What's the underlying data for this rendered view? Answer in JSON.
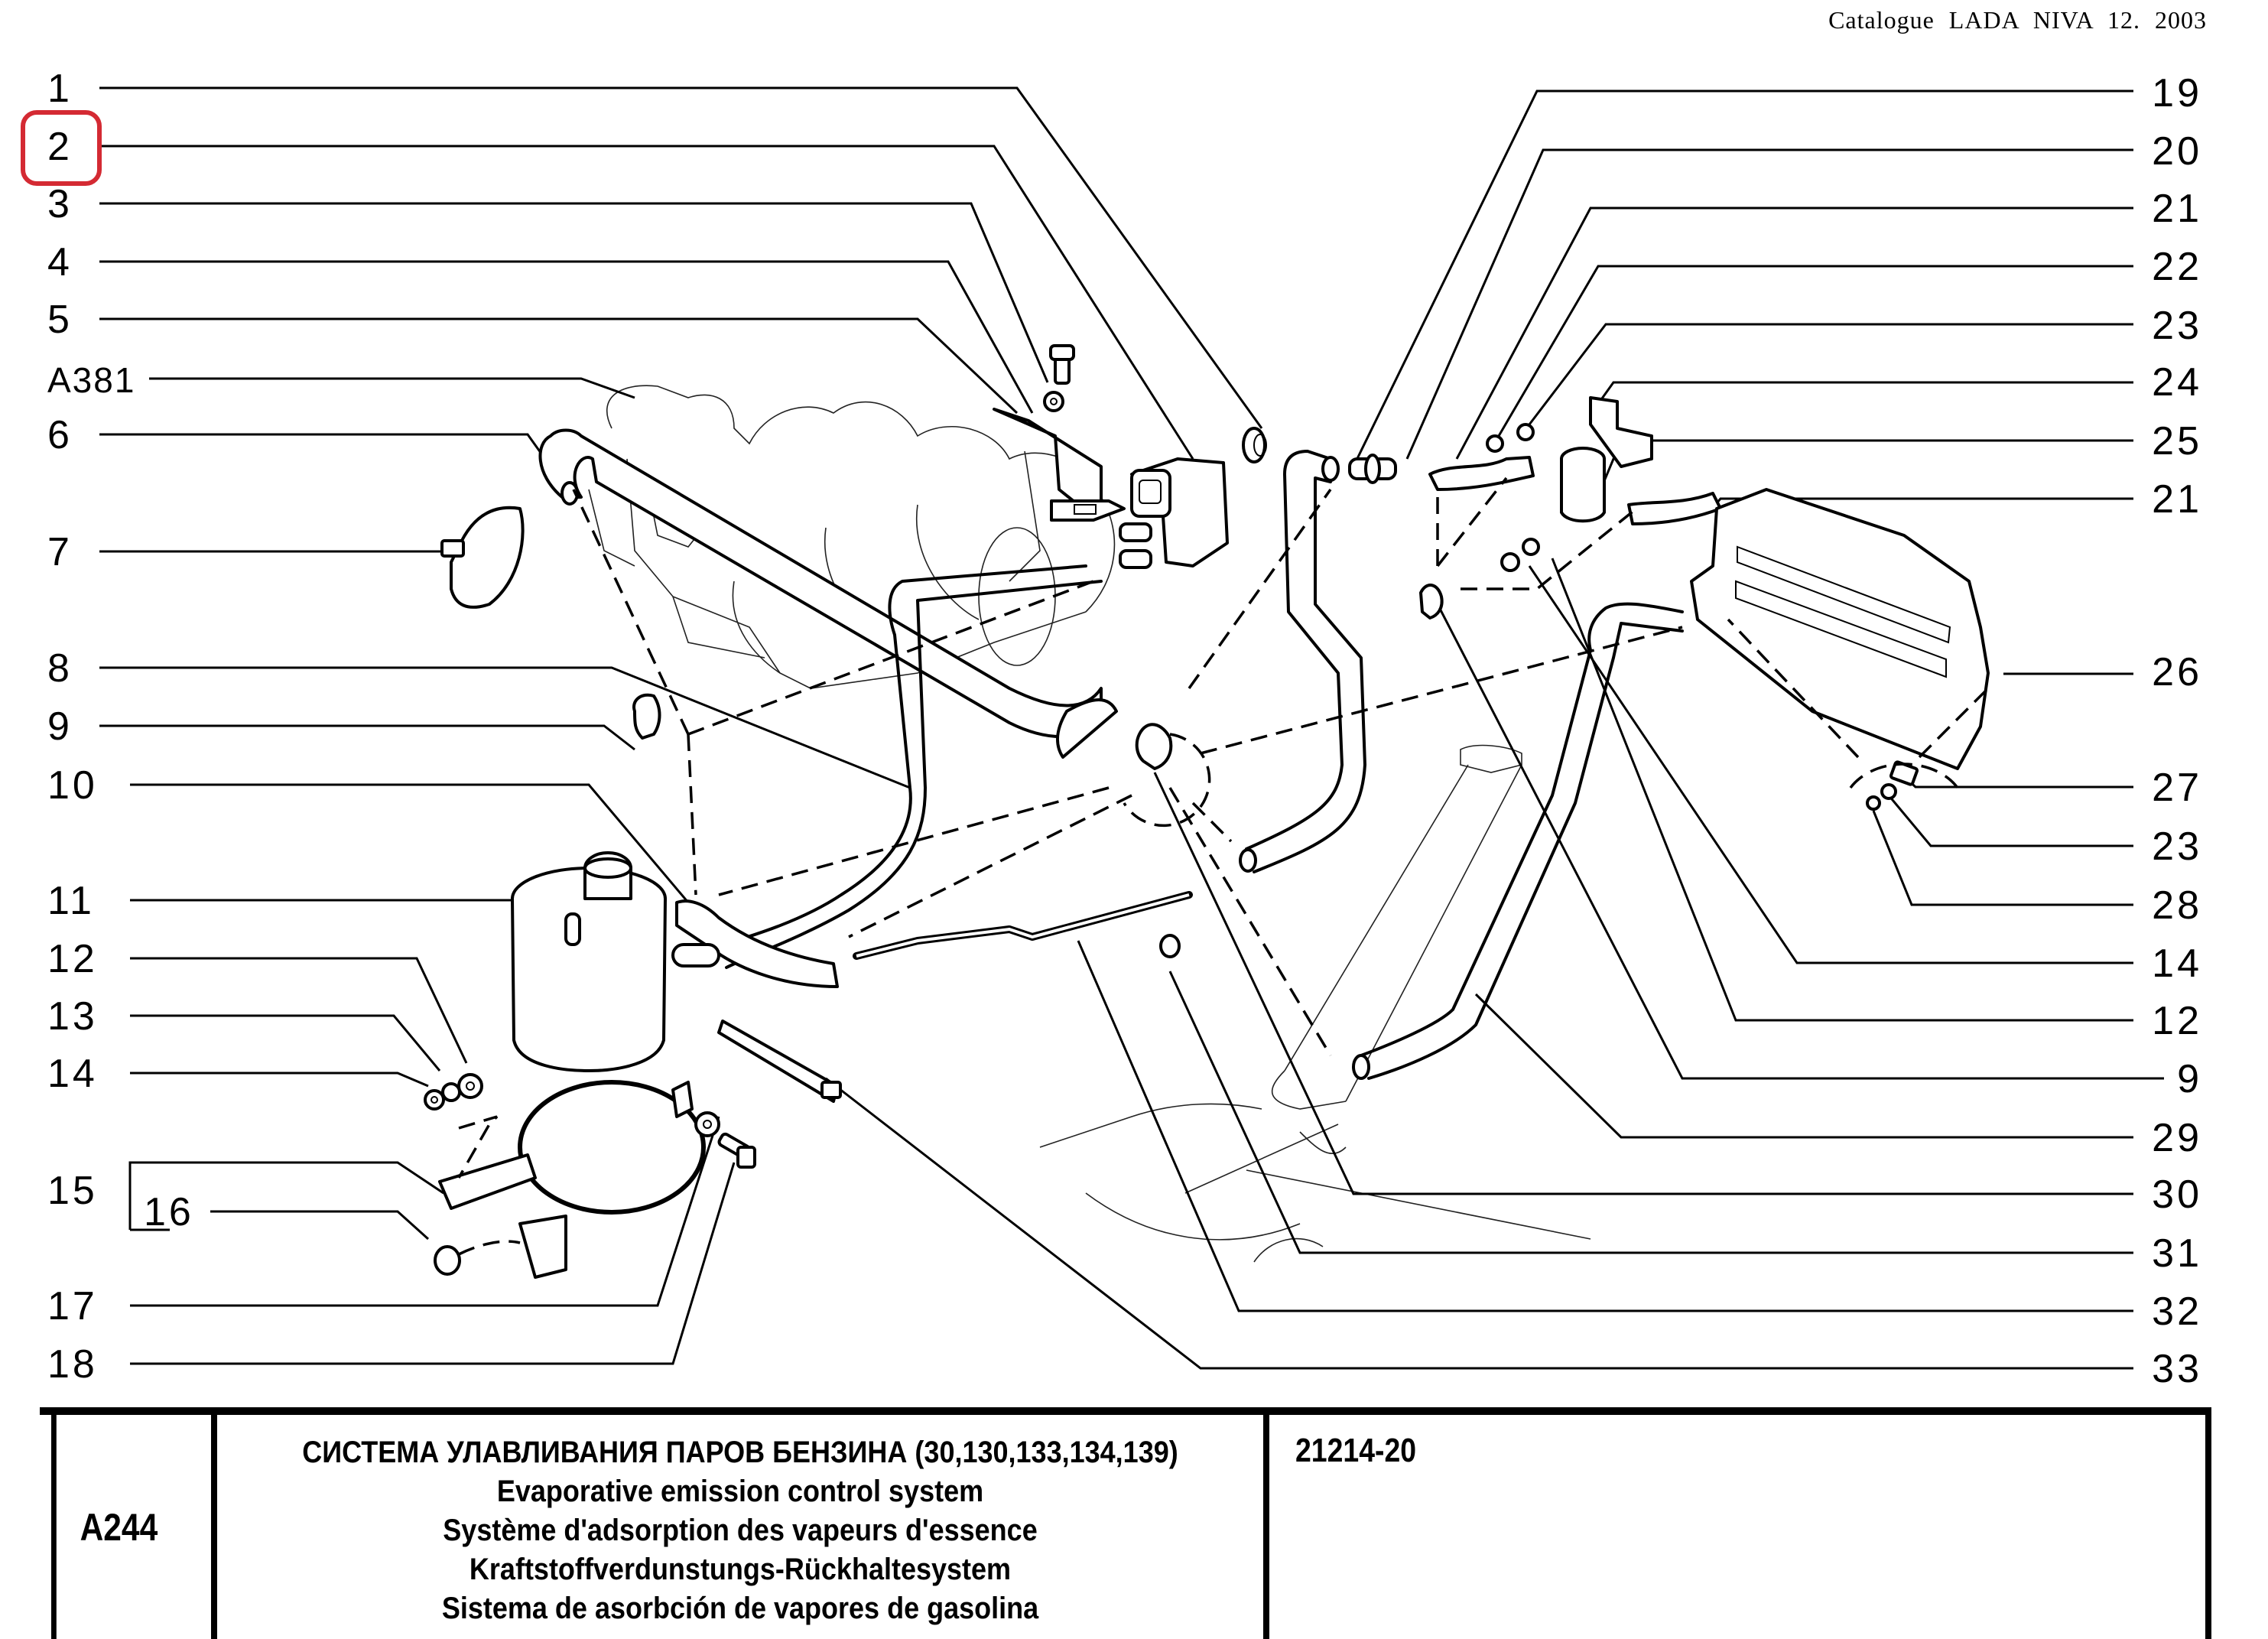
{
  "header": {
    "catalog_title": "Catalogue LADA NIVA 12. 2003"
  },
  "highlight": {
    "label": "2",
    "color": "#d42a33"
  },
  "callouts_left": [
    {
      "label": "1"
    },
    {
      "label": "2"
    },
    {
      "label": "3"
    },
    {
      "label": "4"
    },
    {
      "label": "5"
    },
    {
      "label": "A381"
    },
    {
      "label": "6"
    },
    {
      "label": "7"
    },
    {
      "label": "8"
    },
    {
      "label": "9"
    },
    {
      "label": "10"
    },
    {
      "label": "11"
    },
    {
      "label": "12"
    },
    {
      "label": "13"
    },
    {
      "label": "14"
    },
    {
      "label": "15"
    },
    {
      "label": "16"
    },
    {
      "label": "17"
    },
    {
      "label": "18"
    }
  ],
  "callouts_right": [
    {
      "label": "19"
    },
    {
      "label": "20"
    },
    {
      "label": "21"
    },
    {
      "label": "22"
    },
    {
      "label": "23"
    },
    {
      "label": "24"
    },
    {
      "label": "25"
    },
    {
      "label": "21"
    },
    {
      "label": "26"
    },
    {
      "label": "27"
    },
    {
      "label": "23"
    },
    {
      "label": "28"
    },
    {
      "label": "14"
    },
    {
      "label": "12"
    },
    {
      "label": "9"
    },
    {
      "label": "29"
    },
    {
      "label": "30"
    },
    {
      "label": "31"
    },
    {
      "label": "32"
    },
    {
      "label": "33"
    }
  ],
  "title_block": {
    "reference": "A244",
    "title_ru": "СИСТЕМА УЛАВЛИВАНИЯ ПАРОВ БЕНЗИНА (30,130,133,134,139)",
    "title_en": "Evaporative emission control system",
    "title_fr": "Système d'adsorption des vapeurs d'essence",
    "title_de": "Kraftstoffverdunstungs-Rückhaltesystem",
    "title_es": "Sistema de asorbción de vapores de gasolina",
    "code": "21214-20"
  }
}
